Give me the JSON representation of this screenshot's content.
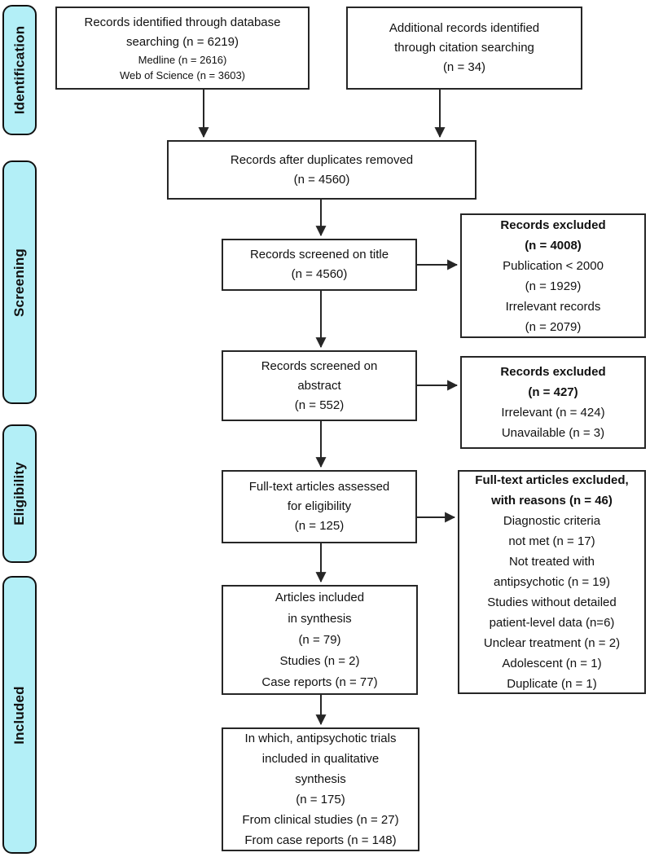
{
  "sidebar": {
    "stages": [
      "Identification",
      "Screening",
      "Eligibility",
      "Included"
    ]
  },
  "colors": {
    "stage_fill": "#b3eff7",
    "box_border": "#262626",
    "arrow": "#262626"
  },
  "boxes": {
    "identified": {
      "lines": [
        "Records identified through database",
        "searching (n = 6219)",
        "Medline (n = 2616)",
        "Web of Science (n = 3603)"
      ]
    },
    "additional": {
      "lines": [
        "Additional records identified",
        "through citation searching",
        "(n = 34)"
      ]
    },
    "duplicates_removed": {
      "lines": [
        "Records after duplicates removed",
        "(n = 4560)"
      ]
    },
    "screened_title": {
      "lines": [
        "Records screened on title",
        "(n = 4560)"
      ]
    },
    "excluded_title": {
      "lines": [
        "Records excluded",
        "(n = 4008)",
        "Publication < 2000",
        "(n = 1929)",
        "Irrelevant records",
        "(n = 2079)"
      ]
    },
    "screened_abstract": {
      "lines": [
        "Records screened on",
        "abstract",
        "(n = 552)"
      ]
    },
    "excluded_abstract": {
      "lines": [
        "Records excluded",
        "(n = 427)",
        "Irrelevant (n = 424)",
        "Unavailable (n = 3)"
      ]
    },
    "fulltext_assessed": {
      "lines": [
        "Full-text articles assessed",
        "for eligibility",
        "(n = 125)"
      ]
    },
    "fulltext_excluded": {
      "lines": [
        "Full-text articles excluded,",
        "with reasons (n = 46)",
        "Diagnostic criteria",
        "not met (n = 17)",
        "Not treated with",
        "antipsychotic (n = 19)",
        "Studies without detailed",
        "patient-level data (n=6)",
        "Unclear treatment (n = 2)",
        "Adolescent (n = 1)",
        "Duplicate (n = 1)"
      ]
    },
    "included_synthesis": {
      "lines": [
        "Articles included",
        "in synthesis",
        "(n = 79)",
        "Studies (n = 2)",
        "Case reports (n = 77)"
      ]
    },
    "qualitative_synthesis": {
      "lines": [
        "In which, antipsychotic trials",
        "included in qualitative",
        "synthesis",
        "(n = 175)",
        "From clinical studies (n = 27)",
        "From case reports (n = 148)"
      ]
    }
  }
}
